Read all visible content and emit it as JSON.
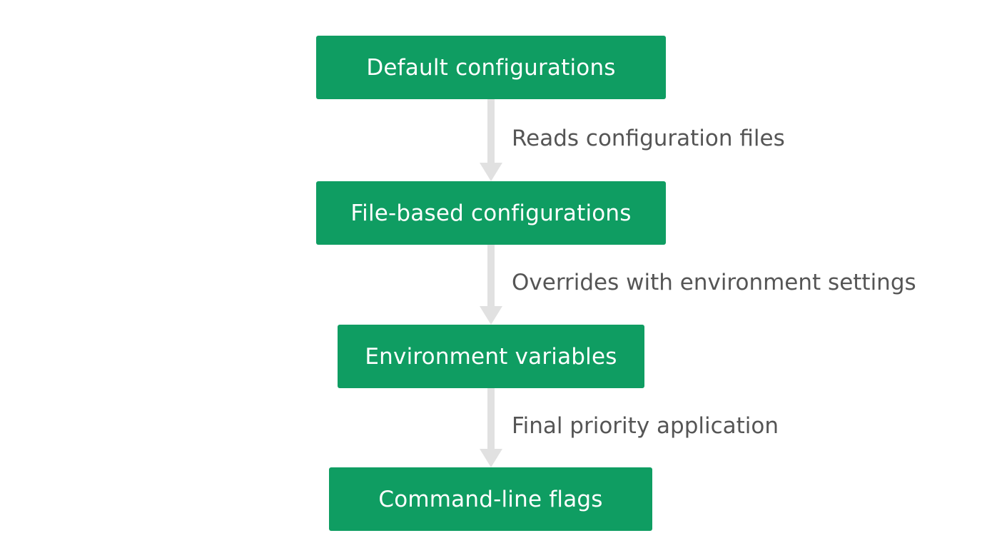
{
  "colors": {
    "node_fill": "#0f9d62",
    "node_text": "#ffffff",
    "arrow": "#e1e1e1",
    "label_text": "#555555"
  },
  "nodes": [
    {
      "label": "Default configurations"
    },
    {
      "label": "File-based configurations"
    },
    {
      "label": "Environment variables"
    },
    {
      "label": "Command-line flags"
    }
  ],
  "edges": [
    {
      "from": 0,
      "to": 1,
      "label": "Reads configuration files"
    },
    {
      "from": 1,
      "to": 2,
      "label": "Overrides with environment settings"
    },
    {
      "from": 2,
      "to": 3,
      "label": "Final priority application"
    }
  ]
}
